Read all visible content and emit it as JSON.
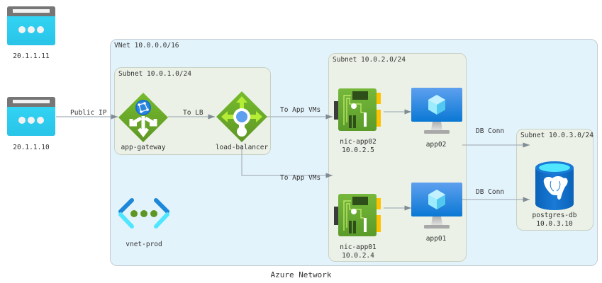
{
  "diagram": {
    "title": "Azure Network",
    "clusters": {
      "vnet": {
        "label": "VNet 10.0.0.0/16"
      },
      "subnet1": {
        "label": "Subnet 10.0.1.0/24"
      },
      "subnet2": {
        "label": "Subnet 10.0.2.0/24"
      },
      "subnet3": {
        "label": "Subnet 10.0.3.0/24"
      }
    },
    "nodes": {
      "client1": {
        "label": "20.1.1.11",
        "icon": "client-browser-icon"
      },
      "client2": {
        "label": "20.1.1.10",
        "icon": "client-browser-icon"
      },
      "app_gateway": {
        "label": "app-gateway",
        "icon": "application-gateway-icon"
      },
      "load_balancer": {
        "label": "load-balancer",
        "icon": "load-balancer-icon"
      },
      "vnet_prod": {
        "label": "vnet-prod",
        "icon": "virtual-network-icon"
      },
      "nic_app02": {
        "label": "nic-app02",
        "ip": "10.0.2.5",
        "icon": "network-interface-icon"
      },
      "nic_app01": {
        "label": "nic-app01",
        "ip": "10.0.2.4",
        "icon": "network-interface-icon"
      },
      "app02": {
        "label": "app02",
        "icon": "virtual-machine-icon"
      },
      "app01": {
        "label": "app01",
        "icon": "virtual-machine-icon"
      },
      "postgres_db": {
        "label": "postgres-db",
        "ip": "10.0.3.10",
        "icon": "postgresql-database-icon"
      }
    },
    "edges": [
      {
        "from": "20.1.1.10",
        "to": "app-gateway",
        "label": "Public IP"
      },
      {
        "from": "app-gateway",
        "to": "load-balancer",
        "label": "To LB"
      },
      {
        "from": "load-balancer",
        "to": "nic-app02",
        "label": "To App VMs"
      },
      {
        "from": "load-balancer",
        "to": "nic-app01",
        "label": "To App VMs"
      },
      {
        "from": "nic-app02",
        "to": "app02",
        "label": ""
      },
      {
        "from": "nic-app01",
        "to": "app01",
        "label": ""
      },
      {
        "from": "app02",
        "to": "postgres-db",
        "label": "DB Conn"
      },
      {
        "from": "app01",
        "to": "postgres-db",
        "label": "DB Conn"
      }
    ],
    "colors": {
      "vnet_bg": "#e3f3fc",
      "subnet_bg": "#ebf1e6",
      "edge": "#7f8b96",
      "azure_green": "#5ea32a",
      "azure_blue": "#0f78d4",
      "client_cyan": "#32d4f5"
    }
  }
}
